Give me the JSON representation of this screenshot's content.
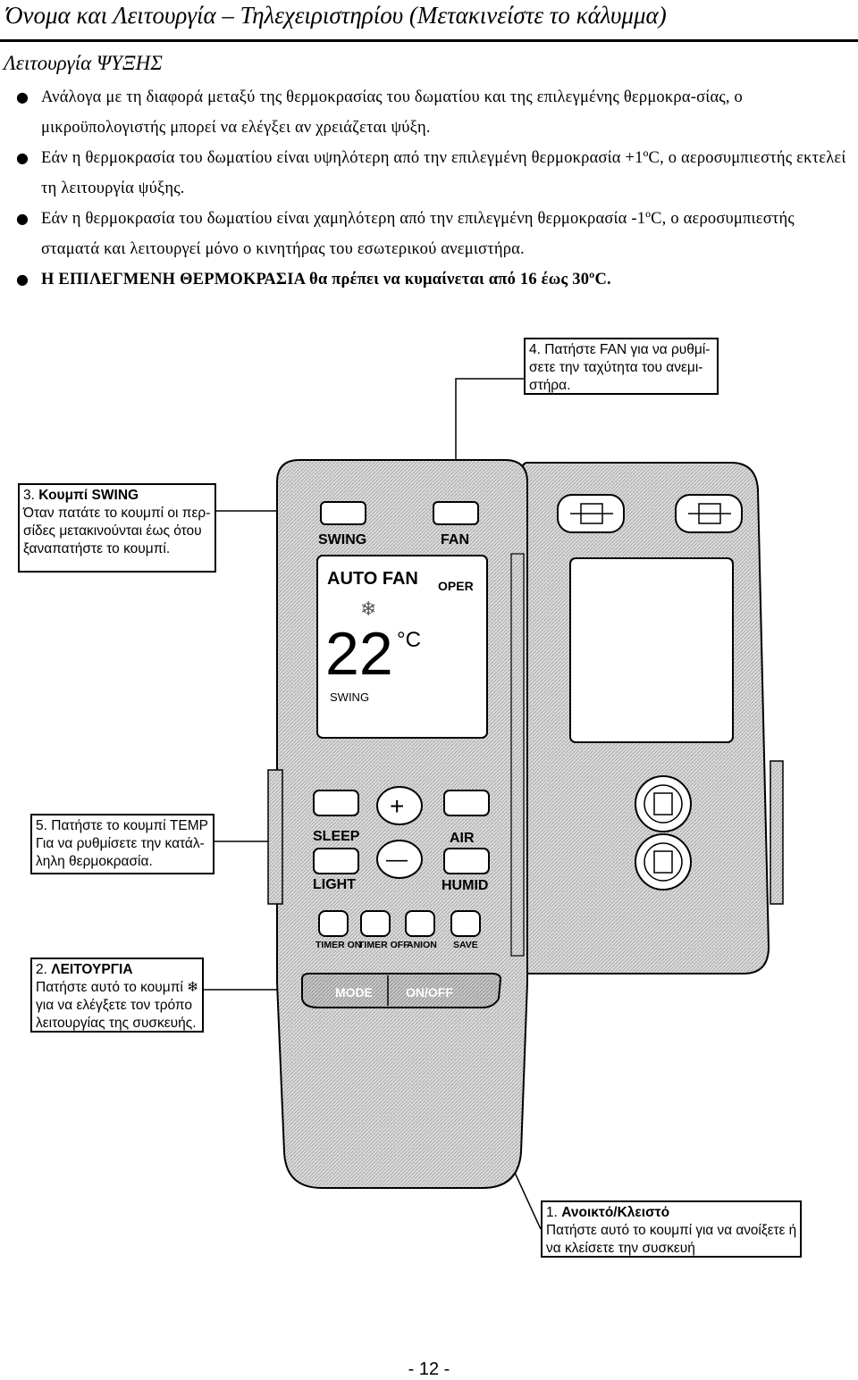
{
  "header": {
    "title": "Όνομα και Λειτουργία – Τηλεχειριστηρίου (Μετακινείστε το κάλυμμα)",
    "section": "Λειτουργία ΨΥΞΗΣ"
  },
  "bullets": [
    "Ανάλογα με τη διαφορά μεταξύ της θερμοκρασίας του δωματίου και της επιλεγμένης θερμοκρα-σίας, ο μικροϋπολογιστής μπορεί να ελέγξει αν χρειάζεται ψύξη.",
    "Εάν η θερμοκρασία του δωματίου είναι υψηλότερη από την επιλεγμένη θερμοκρασία +1ºC, ο αεροσυμπιεστής εκτελεί τη λειτουργία ψύξης.",
    "Εάν η θερμοκρασία του δωματίου είναι χαμηλότερη από την επιλεγμένη θερμοκρασία -1ºC, ο αεροσυμπιεστής σταματά και λειτουργεί μόνο ο κινητήρας του εσωτερικού ανεμιστήρα.",
    "Η ΕΠΙΛΕΓΜΕΝΗ ΘΕΡΜΟΚΡΑΣΙΑ θα πρέπει να κυμαίνεται από 16 έως 30ºC."
  ],
  "callouts": {
    "fan": {
      "num": "4.",
      "lines": [
        "Πατήστε FAN για να ρυθμί-",
        "σετε την ταχύτητα του ανεμι-",
        "στήρα."
      ]
    },
    "swing": {
      "num": "3.",
      "title": "Κουμπί SWING",
      "lines": [
        "Όταν πατάτε το κουμπί οι περ-",
        "σίδες μετακινούνται έως ότου",
        "ξαναπατήστε το κουμπί."
      ]
    },
    "temp": {
      "num": "5.",
      "lines": [
        "Πατήστε το κουμπί TEMP",
        "Για να ρυθμίσετε την κατάλ-",
        "ληλη θερμοκρασία."
      ]
    },
    "mode": {
      "num": "2.",
      "title": "ΛΕΙΤΟΥΡΓΙΑ",
      "lines": [
        "Πατήστε αυτό το κουμπί ❄",
        "για να ελέγξετε τον τρόπο",
        "λειτουργίας της συσκευής."
      ]
    },
    "onoff": {
      "num": "1.",
      "title": "Ανοικτό/Κλειστό",
      "lines": [
        "Πατήστε αυτό το κουμπί για να ανοίξετε ή",
        "να κλείσετε την συσκευή"
      ]
    }
  },
  "remote": {
    "labels": {
      "swing": "SWING",
      "fan": "FAN",
      "sleep": "SLEEP",
      "air": "AIR",
      "light": "LIGHT",
      "humid": "HUMID",
      "timer_on": "TIMER ON",
      "timer_off": "TIMER OFF",
      "anion": "ANION",
      "save": "SAVE",
      "mode": "MODE",
      "onoff": "ON/OFF",
      "plus": "+",
      "minus": "—"
    },
    "lcd": {
      "mode_text": "AUTO FAN",
      "oper": "OPER",
      "temperature": "22",
      "unit": "°C",
      "swing": "SWING",
      "mode_icon": "snowflake-icon"
    }
  },
  "footer": {
    "page": "- 12 -"
  }
}
